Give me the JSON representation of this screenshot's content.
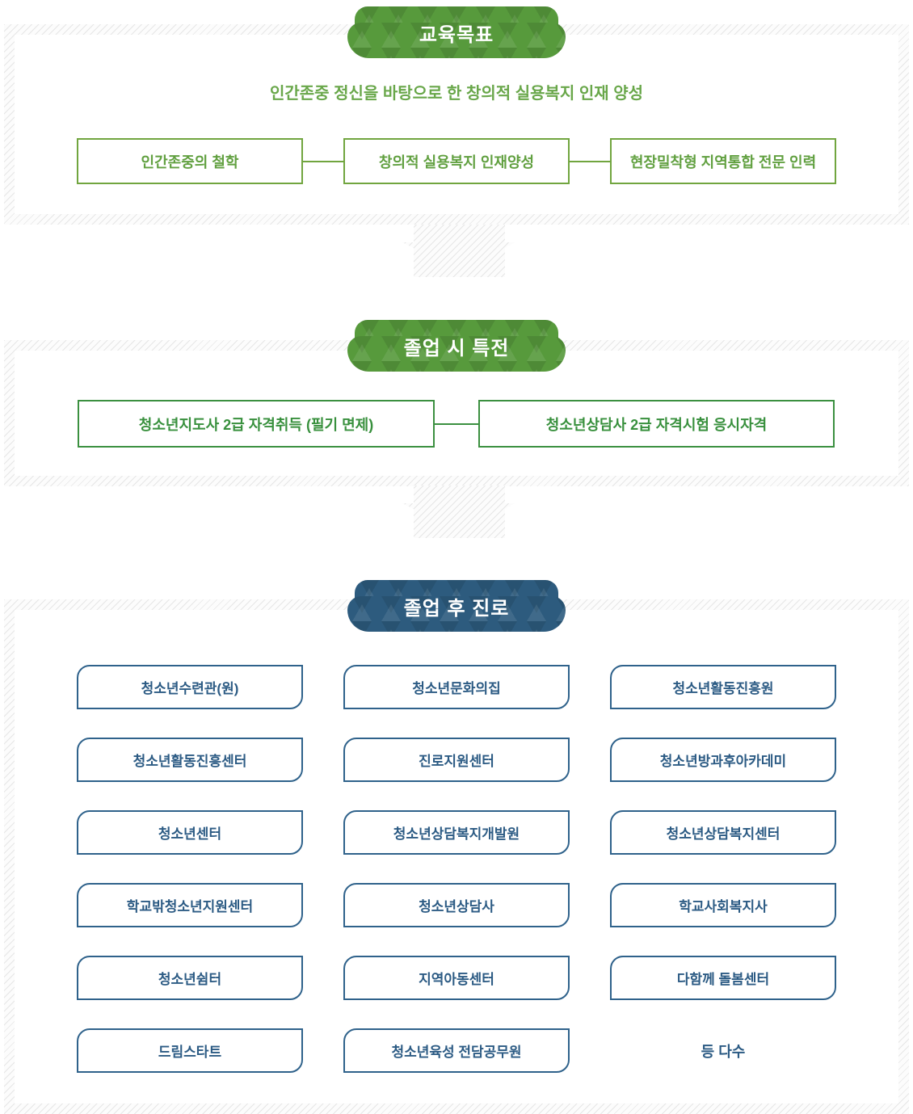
{
  "colors": {
    "badge_green": "#579a3c",
    "badge_blue": "#2d5b7e",
    "stripe_line": "#e6e6e6",
    "goal_border": "#71a53f",
    "goal_text": "#61a040",
    "subtitle_text": "#69a74a",
    "benefit_border": "#3b9040",
    "benefit_text": "#38903d",
    "career_border": "#2f628b",
    "career_text": "#2c5b84"
  },
  "section_goals": {
    "badge": "교육목표",
    "subtitle": "인간존중 정신을 바탕으로 한 창의적 실용복지 인재 양성",
    "boxes": [
      "인간존중의 철학",
      "창의적 실용복지 인재양성",
      "현장밀착형 지역통합 전문 인력"
    ]
  },
  "section_benefits": {
    "badge": "졸업 시 특전",
    "boxes": [
      "청소년지도사 2급 자격취득 (필기 면제)",
      "청소년상담사 2급 자격시험 응시자격"
    ]
  },
  "section_careers": {
    "badge": "졸업 후 진로",
    "items": [
      "청소년수련관(원)",
      "청소년문화의집",
      "청소년활동진흥원",
      "청소년활동진흥센터",
      "진로지원센터",
      "청소년방과후아카데미",
      "청소년센터",
      "청소년상담복지개발원",
      "청소년상담복지센터",
      "학교밖청소년지원센터",
      "청소년상담사",
      "학교사회복지사",
      "청소년쉼터",
      "지역아동센터",
      "다함께 돌봄센터",
      "드림스타트",
      "청소년육성 전담공무원"
    ],
    "more_label": "등 다수"
  }
}
